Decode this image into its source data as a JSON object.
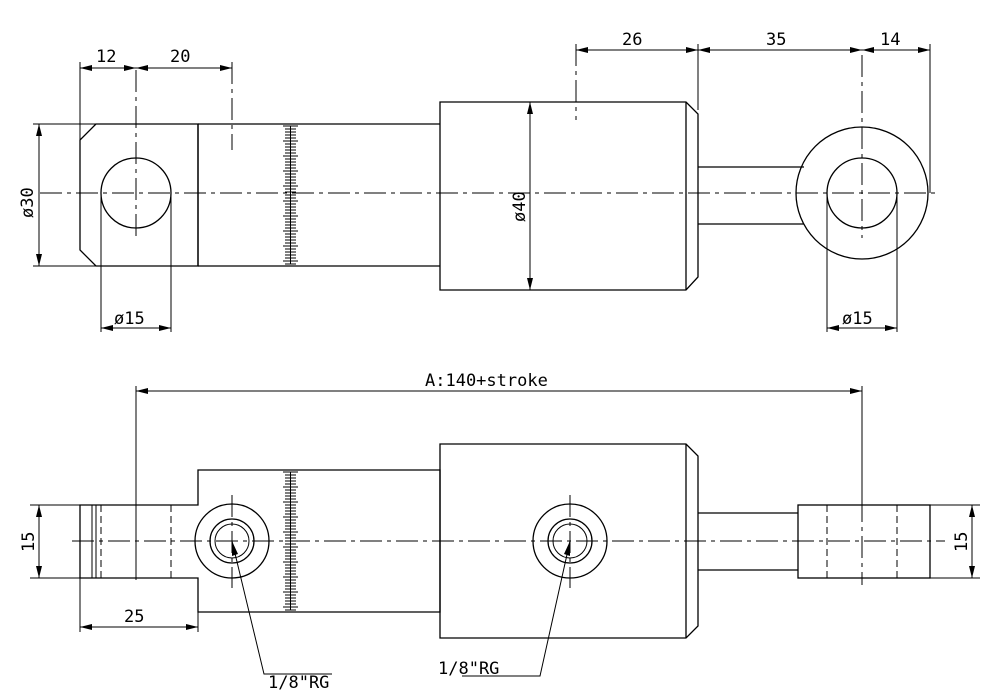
{
  "top_view": {
    "dimensions": {
      "eye_offset": "12",
      "eye_to_shoulder": "20",
      "cap_length": "26",
      "rod_length": "35",
      "rod_eye_radius": "14",
      "eye_height": "ø30",
      "barrel_diameter": "ø40",
      "left_pin_hole": "ø15",
      "right_pin_hole": "ø15"
    }
  },
  "bottom_view": {
    "dimensions": {
      "overall_length": "A:140+stroke",
      "left_eye_thickness": "15",
      "left_eye_length": "25",
      "right_eye_thickness": "15"
    },
    "callouts": {
      "rear_port": "1/8\"RG",
      "front_port": "1/8\"RG"
    }
  }
}
